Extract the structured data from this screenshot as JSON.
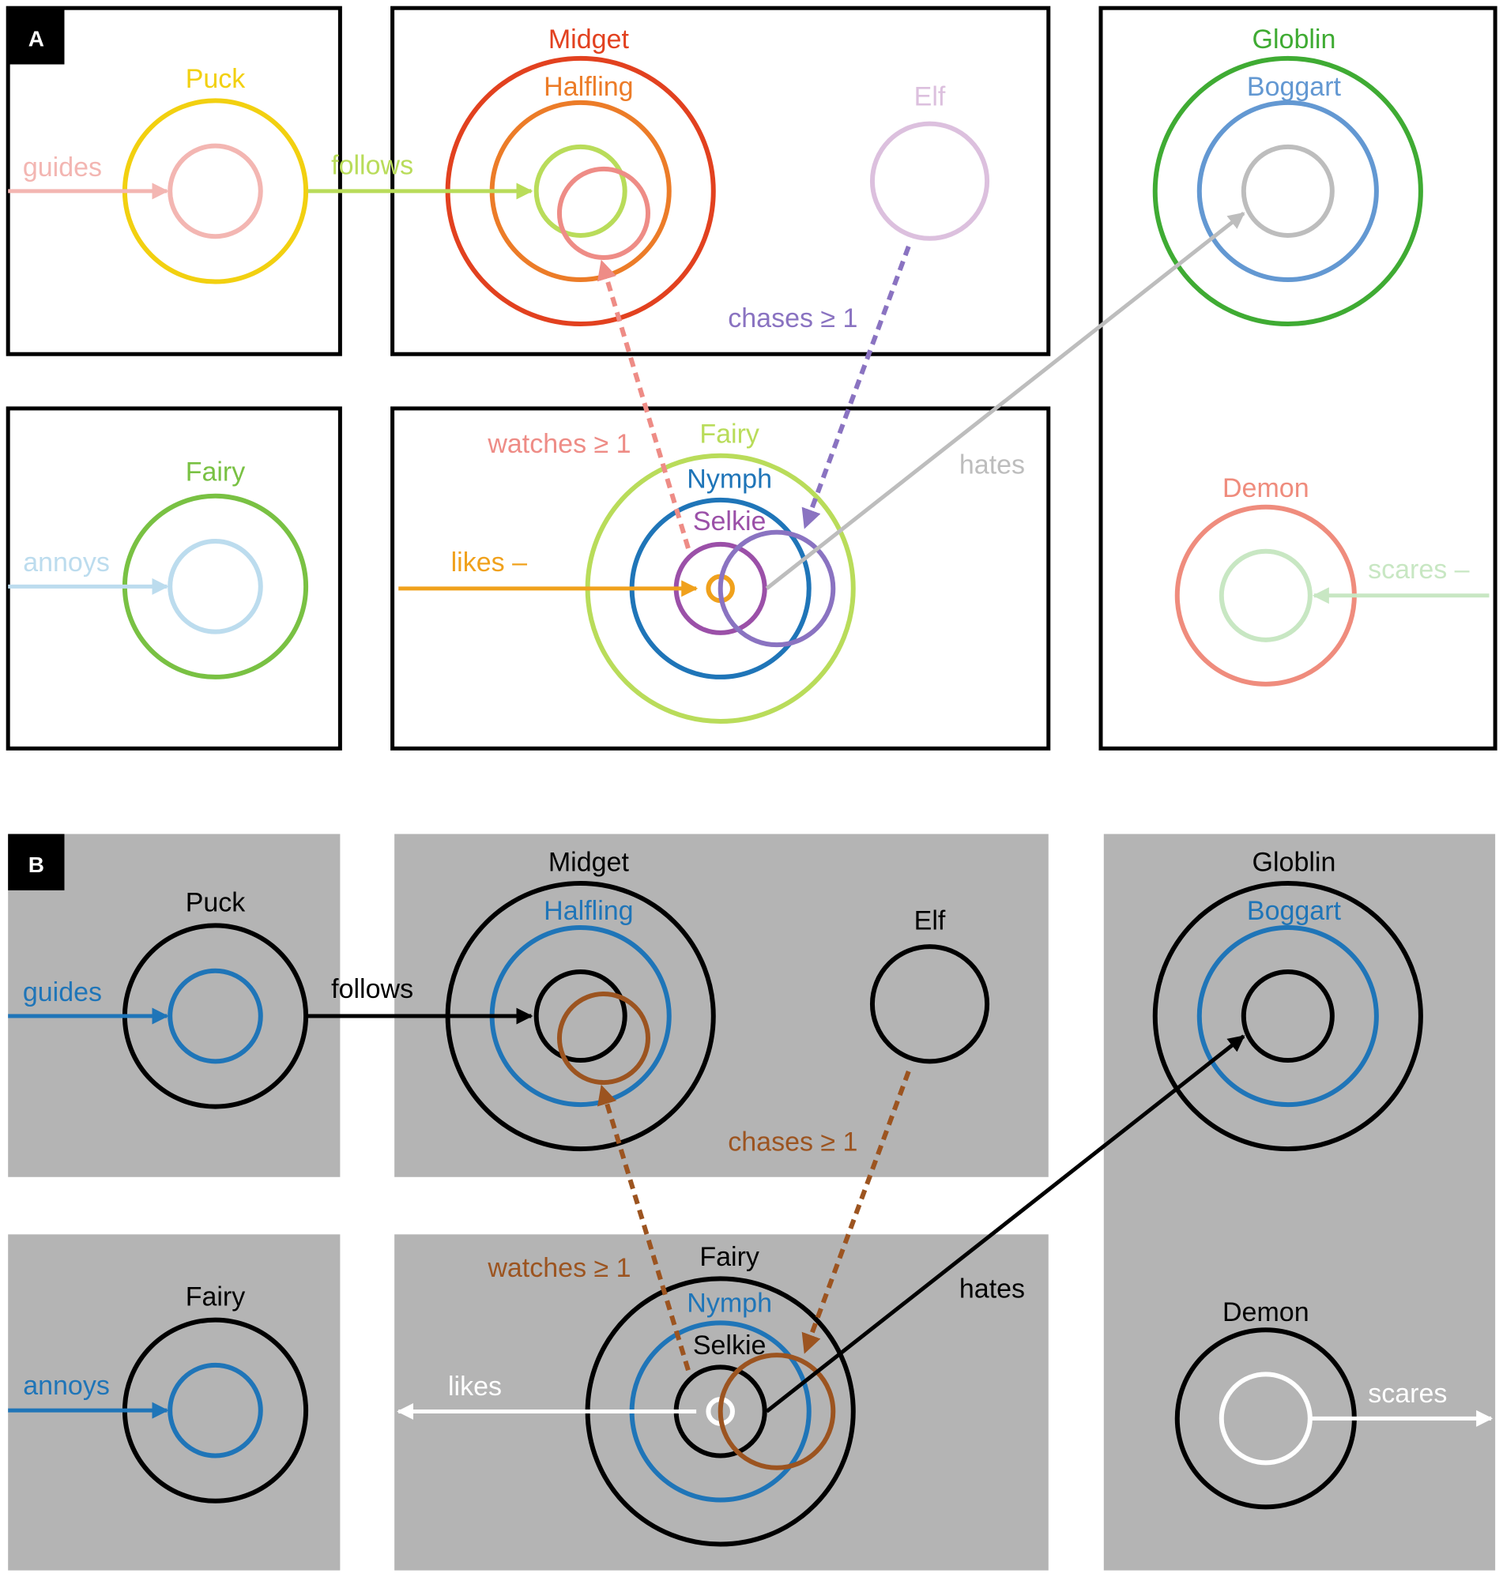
{
  "panels": {
    "a": {
      "tag": "A",
      "labels": {
        "puck": {
          "text": "Puck",
          "color": "#f2d010"
        },
        "guides": {
          "text": "guides",
          "color": "#f3b6b2"
        },
        "follows": {
          "text": "follows",
          "color": "#b9dc5a"
        },
        "midget": {
          "text": "Midget",
          "color": "#e2411f"
        },
        "halfling": {
          "text": "Halfling",
          "color": "#ec7c28"
        },
        "elf": {
          "text": "Elf",
          "color": "#dcc0de"
        },
        "globlin": {
          "text": "Globlin",
          "color": "#3fab33"
        },
        "boggart": {
          "text": "Boggart",
          "color": "#6398d2"
        },
        "chases": {
          "text": "chases ≥ 1",
          "color": "#8a73c1"
        },
        "watches": {
          "text": "watches ≥ 1",
          "color": "#ee8c86"
        },
        "fairy_left": {
          "text": "Fairy",
          "color": "#79c143"
        },
        "annoys": {
          "text": "annoys",
          "color": "#bcdcee"
        },
        "fairy_center": {
          "text": "Fairy",
          "color": "#b9dc5a"
        },
        "nymph": {
          "text": "Nymph",
          "color": "#1f75b8"
        },
        "selkie": {
          "text": "Selkie",
          "color": "#9b50a8"
        },
        "likes": {
          "text": "likes –",
          "color": "#f0a11c"
        },
        "hates": {
          "text": "hates",
          "color": "#bdbdbd"
        },
        "demon": {
          "text": "Demon",
          "color": "#ef8c7d"
        },
        "scares": {
          "text": "scares –",
          "color": "#c8e7c3"
        }
      }
    },
    "b": {
      "tag": "B",
      "labels": {
        "puck": {
          "text": "Puck",
          "color": "#000000"
        },
        "guides": {
          "text": "guides",
          "color": "#1f75b8"
        },
        "follows": {
          "text": "follows",
          "color": "#000000"
        },
        "midget": {
          "text": "Midget",
          "color": "#000000"
        },
        "halfling": {
          "text": "Halfling",
          "color": "#1f75b8"
        },
        "elf": {
          "text": "Elf",
          "color": "#000000"
        },
        "globlin": {
          "text": "Globlin",
          "color": "#000000"
        },
        "boggart": {
          "text": "Boggart",
          "color": "#1f75b8"
        },
        "chases": {
          "text": "chases ≥ 1",
          "color": "#9c5420"
        },
        "watches": {
          "text": "watches ≥ 1",
          "color": "#9c5420"
        },
        "fairy_left": {
          "text": "Fairy",
          "color": "#000000"
        },
        "annoys": {
          "text": "annoys",
          "color": "#1f75b8"
        },
        "fairy_center": {
          "text": "Fairy",
          "color": "#000000"
        },
        "nymph": {
          "text": "Nymph",
          "color": "#1f75b8"
        },
        "selkie": {
          "text": "Selkie",
          "color": "#000000"
        },
        "likes": {
          "text": "likes",
          "color": "#ffffff"
        },
        "hates": {
          "text": "hates",
          "color": "#000000"
        },
        "demon": {
          "text": "Demon",
          "color": "#000000"
        },
        "scares": {
          "text": "scares",
          "color": "#ffffff"
        }
      }
    }
  },
  "colors": {
    "panel_b_background": "#b4b4b4",
    "black": "#000000",
    "white": "#ffffff",
    "brown": "#9c5420",
    "blue": "#1f75b8",
    "a_pink": "#f3b6b2",
    "a_pink_dark": "#ee8c86",
    "a_yellow_green": "#b9dc5a",
    "a_purple": "#8a73c1",
    "a_grey": "#bdbdbd",
    "a_light_green": "#c8e7c3",
    "a_orange": "#f0a11c",
    "a_light_blue": "#bcdcee",
    "a_lilac": "#dcc0de",
    "a_green": "#79c143",
    "a_yellow": "#f2d010",
    "a_red": "#e2411f",
    "a_orange_dark": "#ec7c28",
    "a_dark_green": "#3fab33",
    "a_mid_blue": "#6398d2",
    "a_violet": "#9b50a8",
    "a_salmon": "#ef8c7d"
  }
}
